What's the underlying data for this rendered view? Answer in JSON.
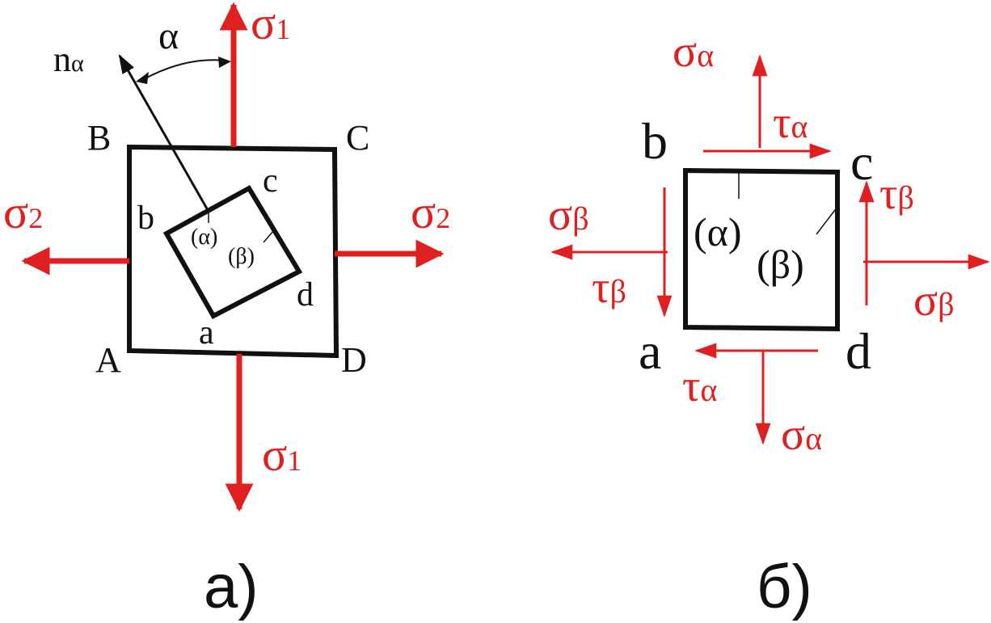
{
  "colors": {
    "ink": "#111111",
    "stress": "#e02020"
  },
  "panel_a": {
    "caption": "а)",
    "corners": {
      "A": "A",
      "B": "B",
      "C": "C",
      "D": "D"
    },
    "inner_corners": {
      "a": "a",
      "b": "b",
      "c": "c",
      "d": "d"
    },
    "normal_label": {
      "base": "n",
      "sub": "α"
    },
    "angle_label": "α",
    "face_alpha": "(α)",
    "face_beta": "(β)",
    "sigma1": {
      "base": "σ",
      "sub": "1"
    },
    "sigma2": {
      "base": "σ",
      "sub": "2"
    }
  },
  "panel_b": {
    "caption": "б)",
    "corners": {
      "a": "a",
      "b": "b",
      "c": "c",
      "d": "d"
    },
    "face_alpha": "(α)",
    "face_beta": "(β)",
    "sigma_alpha": {
      "base": "σ",
      "sub": "α"
    },
    "sigma_beta": {
      "base": "σ",
      "sub": "β"
    },
    "tau_alpha": {
      "base": "τ",
      "sub": "α"
    },
    "tau_beta": {
      "base": "τ",
      "sub": "β"
    }
  }
}
